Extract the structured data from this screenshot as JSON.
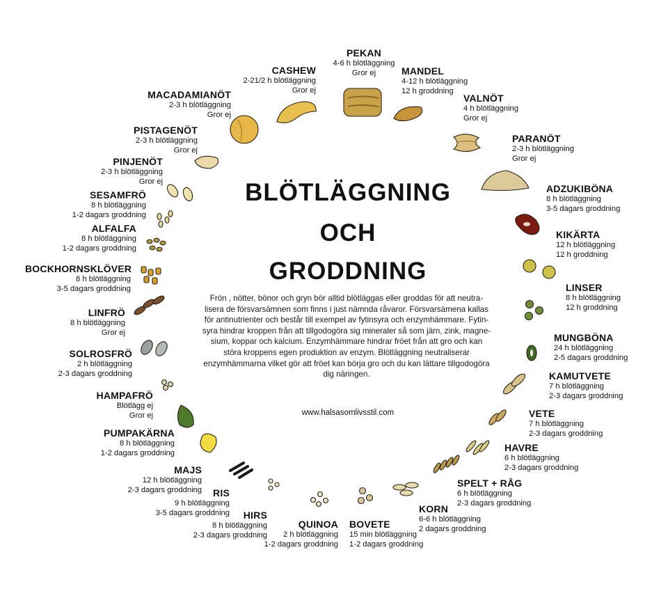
{
  "title": {
    "line1": "BLÖTLÄGGNING",
    "line2": "OCH",
    "line3": "GRODDNING"
  },
  "description": {
    "lines": [
      "Frön , nötter, bönor och gryn bör alltid blötläggas eller groddas för att neutra-",
      "lisera de försvarsämnen som finns i just nämnda råvaror. Försvarsämena kallas",
      "för antinutrienter och består till exempel av fytinsyra och enzymhämmare. Fytin-",
      "syra hindrar kroppen från att tillgodogöra sig mineraler så som järn, zink, magne-",
      "sium, koppar och kalcium. Enzymhämmare hindrar fröet från att gro och kan",
      "störa kroppens egen produktion av enzym. Blötläggning neutraliserar",
      "enzymhämmarna vilket gör att fröet kan börja gro och du kan lättare tillgodogöra",
      "dig näringen."
    ]
  },
  "url": "www.halsasomlivsstil.com",
  "colors": {
    "nut": "#e8b84a",
    "dark_bean": "#7a1a10",
    "green": "#6f8f3a",
    "text": "#111111"
  },
  "items": [
    {
      "key": "pekan",
      "name": "PEKAN",
      "line1": "4-6 h blötläggning",
      "line2": "Gror ej"
    },
    {
      "key": "mandel",
      "name": "MANDEL",
      "line1": "4-12 h blötläggning",
      "line2": "12 h groddning"
    },
    {
      "key": "valnot",
      "name": "VALNÖT",
      "line1": "4 h blötläggning",
      "line2": "Gror ej"
    },
    {
      "key": "paranot",
      "name": "PARANÖT",
      "line1": "2-3 h blötläggning",
      "line2": "Gror ej"
    },
    {
      "key": "adzukibona",
      "name": "ADZUKIBÖNA",
      "line1": "8 h blötläggning",
      "line2": "3-5 dagars groddning"
    },
    {
      "key": "kikarta",
      "name": "KIKÄRTA",
      "line1": "12 h blötläggning",
      "line2": "12 h groddning"
    },
    {
      "key": "linser",
      "name": "LINSER",
      "line1": "8 h blötläggning",
      "line2": "12 h groddning"
    },
    {
      "key": "mungbona",
      "name": "MUNGBÖNA",
      "line1": "24 h blötläggning",
      "line2": "2-5 dagars groddning"
    },
    {
      "key": "kamutvete",
      "name": "KAMUTVETE",
      "line1": "7 h blötläggning",
      "line2": "2-3 dagars groddning"
    },
    {
      "key": "vete",
      "name": "VETE",
      "line1": "7 h blötläggning",
      "line2": "2-3 dagars groddning"
    },
    {
      "key": "havre",
      "name": "HAVRE",
      "line1": "6 h blötläggning",
      "line2": "2-3 dagars groddning"
    },
    {
      "key": "spelt",
      "name": "SPELT + RÅG",
      "line1": "6 h blötläggning",
      "line2": "2-3 dagars groddning"
    },
    {
      "key": "korn",
      "name": "KORN",
      "line1": "6-6 h blötläggning",
      "line2": "2 dagars groddning"
    },
    {
      "key": "bovete",
      "name": "BOVETE",
      "line1": "15 min blötläggning",
      "line2": "1-2 dagars groddning"
    },
    {
      "key": "quinoa",
      "name": "QUINOA",
      "line1": "2 h blötläggning",
      "line2": "1-2 dagars groddning"
    },
    {
      "key": "hirs",
      "name": "HIRS",
      "line1": "8 h blötläggning",
      "line2": "2-3 dagars groddning"
    },
    {
      "key": "ris",
      "name": "RIS",
      "line1": "9 h blötläggning",
      "line2": "3-5 dagars groddning"
    },
    {
      "key": "majs",
      "name": "MAJS",
      "line1": "12 h blötläggning",
      "line2": "2-3 dagars groddning"
    },
    {
      "key": "pumpakarna",
      "name": "PUMPAKÄRNA",
      "line1": "8 h blötläggning",
      "line2": "1-2 dagars groddning"
    },
    {
      "key": "hampafro",
      "name": "HAMPAFRÖ",
      "line1": "Blötlägg ej",
      "line2": "Gror ej"
    },
    {
      "key": "solrosfro",
      "name": "SOLROSFRÖ",
      "line1": "2 h blötläggning",
      "line2": "2-3 dagars groddning"
    },
    {
      "key": "linfro",
      "name": "LINFRÖ",
      "line1": "8 h blötläggning",
      "line2": "Gror ej"
    },
    {
      "key": "bockhornsklover",
      "name": "BOCKHORNSKLÖVER",
      "line1": "8 h blötläggning",
      "line2": "3-5 dagars groddning"
    },
    {
      "key": "alfalfa",
      "name": "ALFALFA",
      "line1": "8 h blötläggning",
      "line2": "1-2 dagars groddning"
    },
    {
      "key": "sesamfro",
      "name": "SESAMFRÖ",
      "line1": "8 h blötläggning",
      "line2": "1-2 dagars groddning"
    },
    {
      "key": "pinjenot",
      "name": "PINJENÖT",
      "line1": "2-3 h blötläggning",
      "line2": "Gror ej"
    },
    {
      "key": "pistagenot",
      "name": "PISTAGENÖT",
      "line1": "2-3 h blötläggning",
      "line2": "Gror ej"
    },
    {
      "key": "macadamianot",
      "name": "MACADAMIANÖT",
      "line1": "2-3 h blötläggning",
      "line2": "Gror ej"
    },
    {
      "key": "cashew",
      "name": "CASHEW",
      "line1": "2-21/2 h blötläggning",
      "line2": "Gror ej"
    }
  ]
}
